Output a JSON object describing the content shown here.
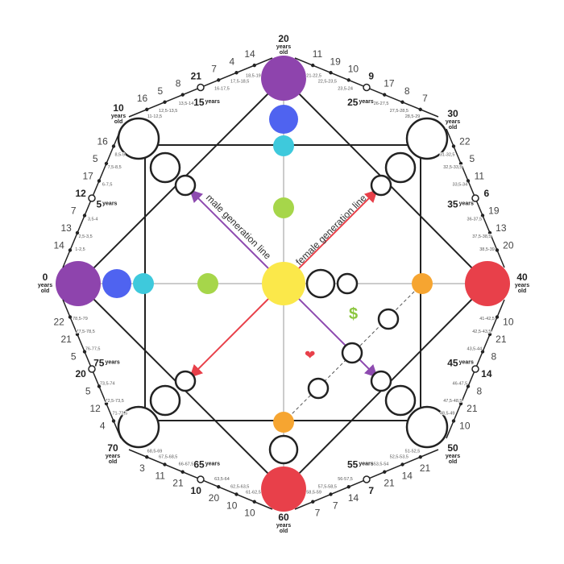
{
  "colors": {
    "purple": "#8e44ad",
    "blue": "#4f63f0",
    "cyan": "#3ec9dc",
    "green": "#a6d64a",
    "yellow": "#fbe84a",
    "orange": "#f6a531",
    "red": "#e8404a",
    "male_line": "#8e4bb0",
    "female_line": "#e8404a",
    "money": "#8cc63f",
    "heart": "#e8404a"
  },
  "labels": {
    "male_line": "male generation line",
    "female_line": "female generation line",
    "money_symbol": "$",
    "heart_symbol": "❤",
    "years": "years",
    "old": "old"
  },
  "vertex_ages": [
    "0",
    "10",
    "20",
    "30",
    "40",
    "50",
    "60",
    "70"
  ],
  "edges": [
    {
      "points": [
        {
          "num": "14",
          "range": "1-2,5"
        },
        {
          "num": "13",
          "range": "2,5-3,5"
        },
        {
          "num": "7",
          "range": "3,5-4"
        },
        {
          "num": "12",
          "age": "5"
        },
        {
          "num": "17",
          "range": "6-7,5"
        },
        {
          "num": "5",
          "range": "7,5-8,5"
        },
        {
          "num": "16",
          "range": "8,5-9"
        }
      ]
    },
    {
      "points": [
        {
          "num": "16",
          "range": "11-12,5"
        },
        {
          "num": "5",
          "range": "12,5-13,5"
        },
        {
          "num": "8",
          "range": "13,5-14"
        },
        {
          "num": "21",
          "age": "15"
        },
        {
          "num": "7",
          "range": "16-17,5"
        },
        {
          "num": "4",
          "range": "17,5-18,5"
        },
        {
          "num": "14",
          "range": "18,5-19"
        }
      ]
    },
    {
      "points": [
        {
          "num": "11",
          "range": "21-22,5"
        },
        {
          "num": "19",
          "range": "22,5-23,5"
        },
        {
          "num": "10",
          "range": "23,5-24"
        },
        {
          "num": "9",
          "age": "25"
        },
        {
          "num": "17",
          "range": "26-27,5"
        },
        {
          "num": "8",
          "range": "27,5-28,5"
        },
        {
          "num": "7",
          "range": "28,5-29"
        }
      ]
    },
    {
      "points": [
        {
          "num": "22",
          "range": "31-32,5"
        },
        {
          "num": "5",
          "range": "32,5-33,5"
        },
        {
          "num": "11",
          "range": "33,5-34"
        },
        {
          "num": "6",
          "age": "35"
        },
        {
          "num": "19",
          "range": "36-37,5"
        },
        {
          "num": "13",
          "range": "37,5-38,5"
        },
        {
          "num": "20",
          "range": "38,5-39"
        }
      ]
    },
    {
      "points": [
        {
          "num": "10",
          "range": "41-42,5"
        },
        {
          "num": "21",
          "range": "42,5-43,5"
        },
        {
          "num": "8",
          "range": "43,5-44"
        },
        {
          "num": "14",
          "age": "45"
        },
        {
          "num": "8",
          "range": "46-47,5"
        },
        {
          "num": "21",
          "range": "47,5-48,5"
        },
        {
          "num": "10",
          "range": "48,5-49"
        }
      ]
    },
    {
      "points": [
        {
          "num": "21",
          "range": "51-52,5"
        },
        {
          "num": "14",
          "range": "52,5-53,5"
        },
        {
          "num": "21",
          "range": "53,5-54"
        },
        {
          "num": "7",
          "age": "55"
        },
        {
          "num": "14",
          "range": "56-57,5"
        },
        {
          "num": "7",
          "range": "57,5-58,5"
        },
        {
          "num": "7",
          "range": "58,5-59"
        }
      ]
    },
    {
      "points": [
        {
          "num": "10",
          "range": "61-62,5"
        },
        {
          "num": "10",
          "range": "62,5-63,5"
        },
        {
          "num": "20",
          "range": "63,5-64"
        },
        {
          "num": "10",
          "age": "65"
        },
        {
          "num": "21",
          "range": "66-67,5"
        },
        {
          "num": "11",
          "range": "67,5-68,5"
        },
        {
          "num": "3",
          "range": "68,5-69"
        }
      ]
    },
    {
      "points": [
        {
          "num": "4",
          "range": "71-72,5"
        },
        {
          "num": "12",
          "range": "72,5-73,5"
        },
        {
          "num": "5",
          "range": "73,5-74"
        },
        {
          "num": "20",
          "age": "75"
        },
        {
          "num": "5",
          "range": "76-77,5"
        },
        {
          "num": "21",
          "range": "77,5-78,5"
        },
        {
          "num": "22",
          "range": "78,5-79"
        }
      ]
    }
  ]
}
